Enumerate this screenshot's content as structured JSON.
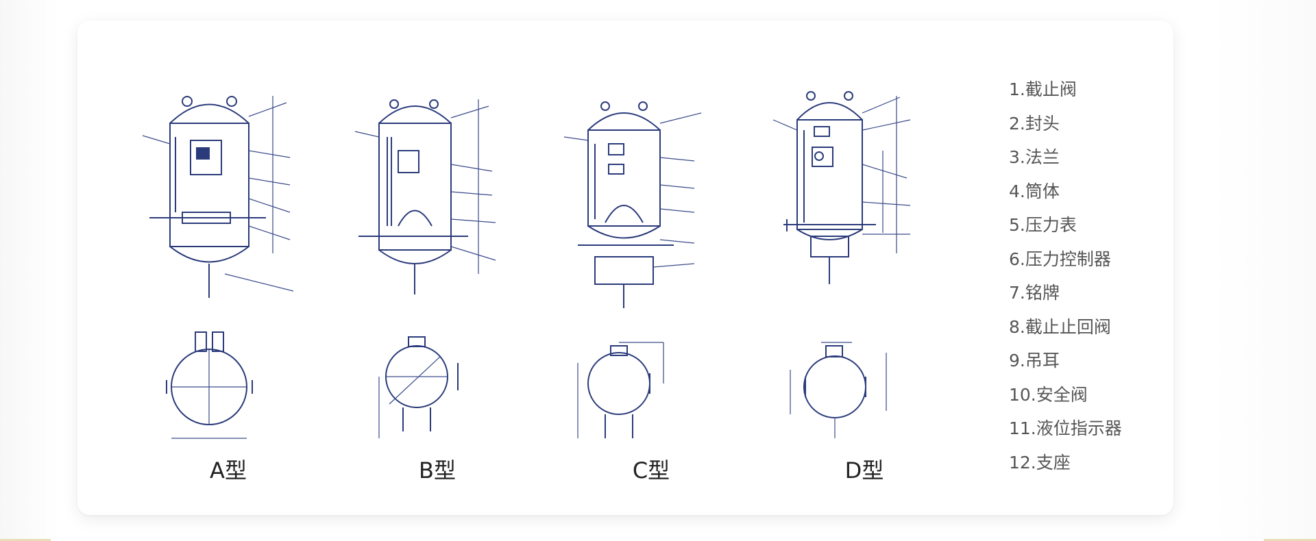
{
  "drawings": [
    {
      "label": "A型"
    },
    {
      "label": "B型"
    },
    {
      "label": "C型"
    },
    {
      "label": "D型"
    }
  ],
  "legend": [
    "1.截止阀",
    "2.封头",
    "3.法兰",
    "4.筒体",
    "5.压力表",
    "6.压力控制器",
    "7.铭牌",
    "8.截止止回阀",
    "9.吊耳",
    "10.安全阀",
    "11.液位指示器",
    "12.支座"
  ],
  "colors": {
    "ink": "#2a3a7a",
    "label_text": "#222222",
    "legend_text": "#555555",
    "card_background": "#ffffff",
    "accent": "#e9dcb8"
  }
}
